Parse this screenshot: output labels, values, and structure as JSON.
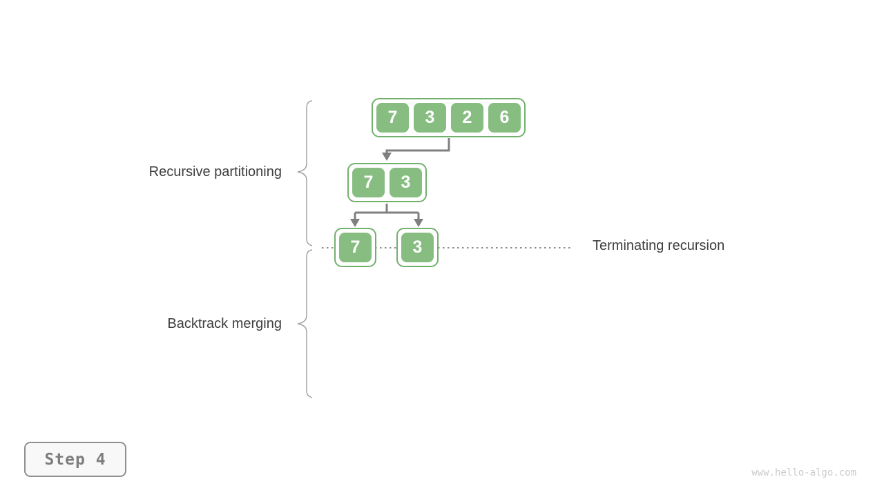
{
  "diagram": {
    "labels": {
      "recursive_partitioning": "Recursive partitioning",
      "backtrack_merging": "Backtrack merging",
      "terminating_recursion": "Terminating recursion"
    },
    "arrays": {
      "level1": [
        "7",
        "3",
        "2",
        "6"
      ],
      "level2": [
        "7",
        "3"
      ],
      "level3_left": [
        "7"
      ],
      "level3_right": [
        "3"
      ]
    }
  },
  "step_badge": {
    "label": "Step 4"
  },
  "watermark": {
    "text": "www.hello-algo.com"
  },
  "colors": {
    "cell_fill_green": "#88bd82",
    "box_border_green": "#72b16c",
    "connector_gray": "#7f7f7f",
    "dotted_line_gray": "#8c8c8c",
    "brace_gray": "#9e9e9e",
    "label_text": "#3d3d3d",
    "step_text": "#7d7d7d",
    "watermark_gray": "#cbcbcb"
  }
}
